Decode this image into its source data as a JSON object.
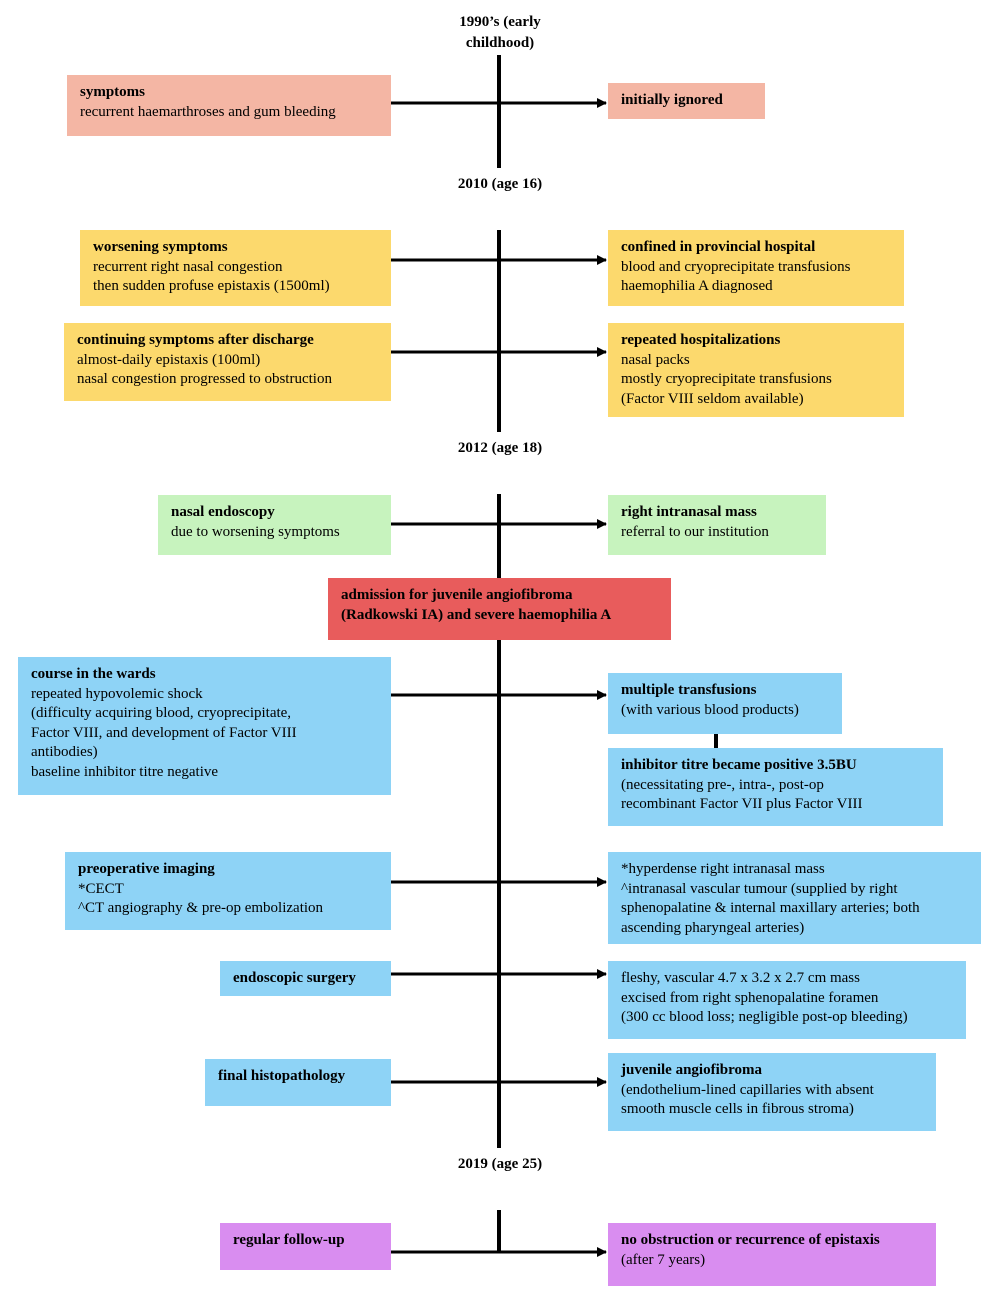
{
  "colors": {
    "early": "#f4b6a4",
    "period_2010": "#fcd96d",
    "endoscopy": "#c7f3be",
    "admission": "#e85c5c",
    "treatment": "#8ed3f6",
    "followup": "#d98df0"
  },
  "dates": {
    "d1990": {
      "year": "1990’s",
      "label": "(early childhood)"
    },
    "d2010": {
      "year": "2010",
      "label": "(age 16)"
    },
    "d2012": {
      "year": "2012",
      "label": "(age 18)"
    },
    "d2019": {
      "year": "2019",
      "label": "(age 25)"
    }
  },
  "boxes": {
    "symptoms": {
      "title": "symptoms",
      "lines": [
        "recurrent haemarthroses and gum bleeding"
      ]
    },
    "ignored": {
      "title": "initially ignored",
      "lines": []
    },
    "worsening": {
      "title": "worsening symptoms",
      "lines": [
        "recurrent right nasal congestion",
        "then sudden profuse epistaxis (1500ml)"
      ]
    },
    "confined": {
      "title": "confined in provincial hospital",
      "lines": [
        "blood and cryoprecipitate transfusions",
        "haemophilia A diagnosed"
      ]
    },
    "continuing": {
      "title": "continuing symptoms after discharge",
      "lines": [
        "almost-daily epistaxis (100ml)",
        "nasal congestion progressed to obstruction"
      ]
    },
    "repeated_hosp": {
      "title": "repeated hospitalizations",
      "lines": [
        "nasal packs",
        "mostly cryoprecipitate transfusions",
        "(Factor VIII seldom available)"
      ]
    },
    "endoscopy": {
      "title": "nasal endoscopy",
      "lines": [
        "due to worsening symptoms"
      ]
    },
    "mass": {
      "title": "right intranasal mass",
      "lines": [
        "referral to our institution"
      ]
    },
    "admission": {
      "title": "admission for juvenile angiofibroma",
      "title2": "(Radkowski IA) and severe haemophilia A"
    },
    "course": {
      "title": "course in the wards",
      "lines": [
        "repeated hypovolemic shock",
        "(difficulty acquiring blood, cryoprecipitate,",
        "Factor VIII, and development of Factor VIII",
        "antibodies)",
        "baseline inhibitor titre negative"
      ]
    },
    "multiple_transfusions": {
      "title": "multiple transfusions",
      "lines": [
        "(with various blood products)"
      ]
    },
    "inhibitor": {
      "title": "inhibitor titre became positive 3.5BU",
      "lines": [
        "(necessitating pre-, intra-, post-op",
        "recombinant Factor VII plus Factor VIII"
      ]
    },
    "imaging": {
      "title": "preoperative imaging",
      "lines": [
        "*CECT",
        "^CT angiography & pre-op embolization"
      ]
    },
    "imaging_result": {
      "lines": [
        "*hyperdense right intranasal mass",
        "^intranasal vascular tumour (supplied by right",
        "sphenopalatine & internal maxillary arteries; both",
        "ascending pharyngeal arteries)"
      ]
    },
    "surgery": {
      "title": "endoscopic surgery",
      "lines": []
    },
    "surgery_result": {
      "lines": [
        "fleshy, vascular 4.7 x 3.2 x 2.7 cm mass",
        "excised from right sphenopalatine foramen",
        "(300 cc blood loss; negligible post-op bleeding)"
      ]
    },
    "histopath": {
      "title": "final histopathology",
      "lines": []
    },
    "histo_result": {
      "title": "juvenile angiofibroma",
      "lines": [
        "(endothelium-lined capillaries with absent",
        "smooth muscle cells in fibrous stroma)"
      ]
    },
    "followup": {
      "title": "regular follow-up",
      "lines": []
    },
    "outcome": {
      "title": "no obstruction or recurrence of epistaxis",
      "lines": [
        "(after 7 years)"
      ]
    }
  }
}
